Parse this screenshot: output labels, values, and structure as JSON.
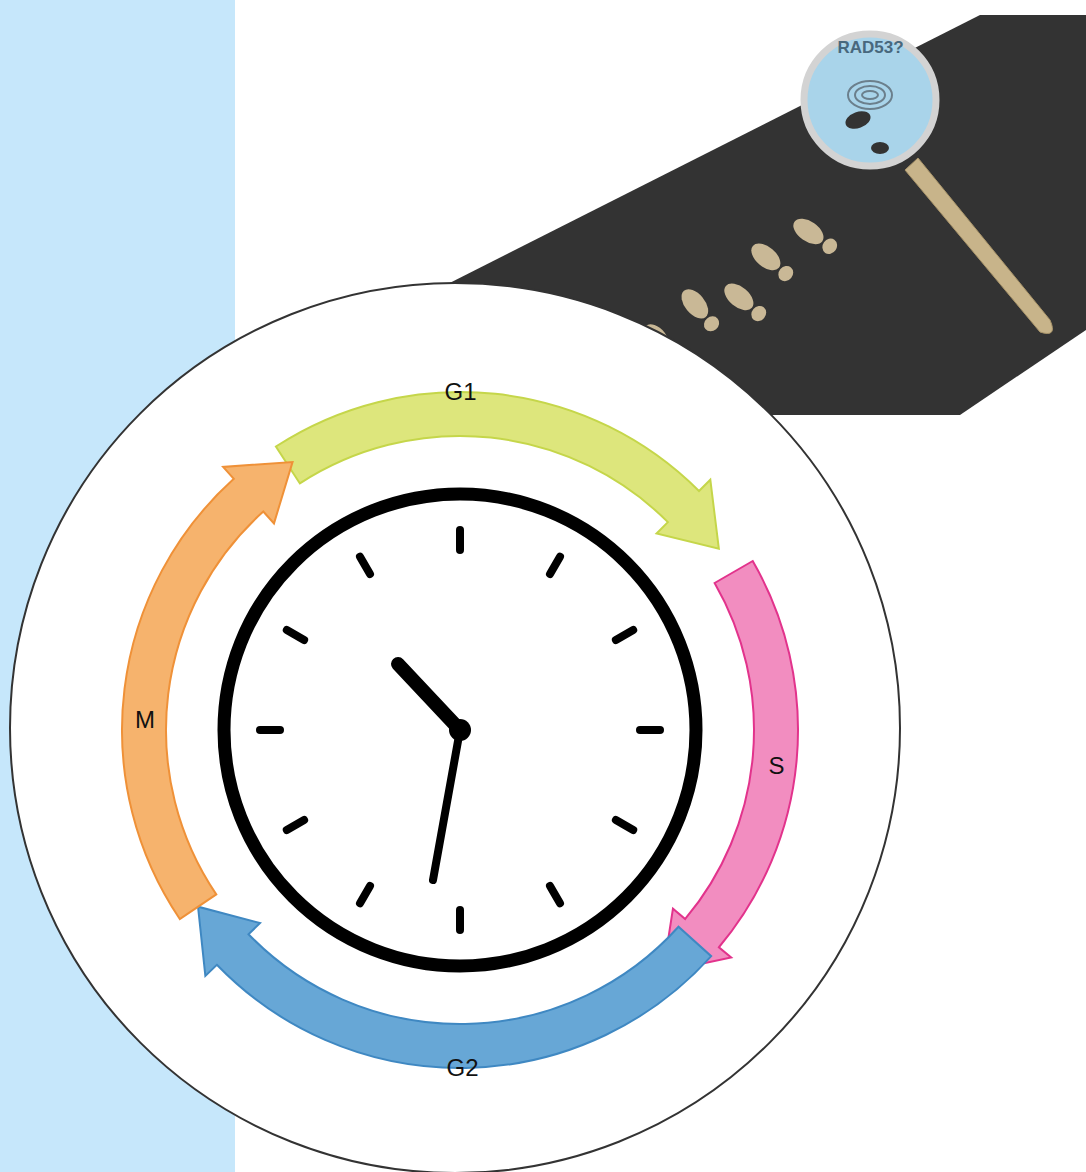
{
  "diagram": {
    "nodes": [
      {
        "text": [
          "RAD53?"
        ]
      },
      {
        "text": [
          "G1"
        ]
      },
      {
        "text": [
          "S"
        ]
      },
      {
        "text": [
          "G2"
        ]
      },
      {
        "text": [
          "M"
        ]
      }
    ]
  }
}
